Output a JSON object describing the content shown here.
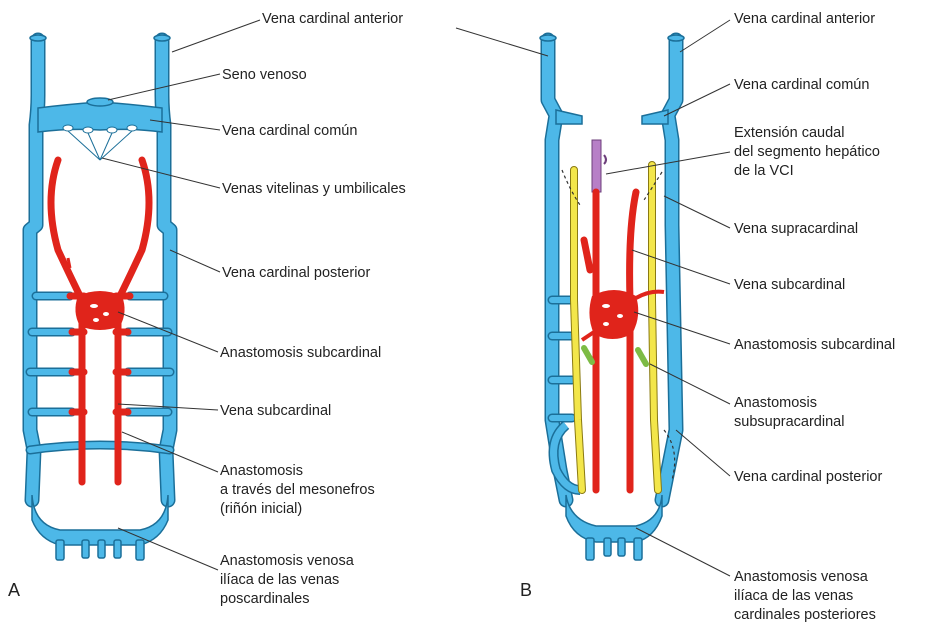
{
  "panel_a": {
    "letter": "A",
    "labels": {
      "anterior_cardinal": "Vena cardinal anterior",
      "sinus_venosus": "Seno venoso",
      "common_cardinal": "Vena cardinal común",
      "vitelline_umbilical": "Venas vitelinas y umbilicales",
      "posterior_cardinal": "Vena cardinal posterior",
      "subcardinal_anastomosis": "Anastomosis subcardinal",
      "subcardinal_vein": "Vena subcardinal",
      "mesonephros_anastomosis": [
        "Anastomosis",
        "a través del mesonefros",
        "(riñón inicial)"
      ],
      "iliac_anastomosis": [
        "Anastomosis venosa",
        "ilíaca de las venas",
        "poscardinales"
      ]
    }
  },
  "panel_b": {
    "letter": "B",
    "labels": {
      "anterior_cardinal": "Vena cardinal anterior",
      "common_cardinal": "Vena cardinal común",
      "hepatic_extension": [
        "Extensión caudal",
        "del segmento hepático",
        "de la VCI"
      ],
      "supracardinal": "Vena supracardinal",
      "subcardinal": "Vena subcardinal",
      "subcardinal_anastomosis": "Anastomosis subcardinal",
      "subsupracardinal_anastomosis": [
        "Anastomosis",
        "subsupracardinal"
      ],
      "posterior_cardinal": "Vena cardinal posterior",
      "iliac_anastomosis": [
        "Anastomosis venosa",
        "ilíaca de las venas",
        "cardinales posteriores"
      ]
    }
  },
  "colors": {
    "cardinal_blue": "#4db8e8",
    "outline": "#1b6f99",
    "subcardinal_red": "#e0241b",
    "supracardinal_yellow": "#f3e64a",
    "subsupracardinal_green": "#7dbb45",
    "hepatic_purple": "#b77fc7"
  }
}
